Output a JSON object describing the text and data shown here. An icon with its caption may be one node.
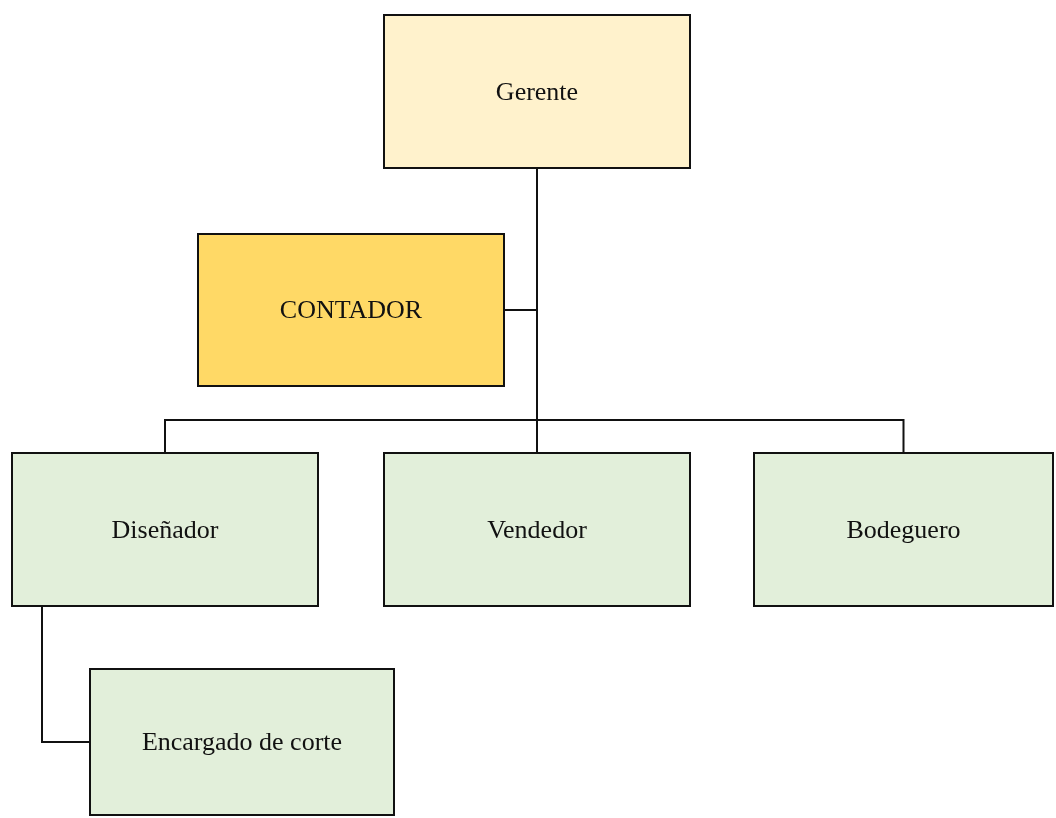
{
  "diagram": {
    "nodes": [
      {
        "text": [
          "Gerente"
        ]
      },
      {
        "text": [
          "CONTADOR"
        ]
      },
      {
        "text": [
          "Diseñador"
        ]
      },
      {
        "text": [
          "Vendedor"
        ]
      },
      {
        "text": [
          "Bodeguero"
        ]
      },
      {
        "text": [
          "Encargado de corte"
        ]
      }
    ],
    "edges": [
      {
        "from": 0,
        "to": 1,
        "arrow": "none"
      },
      {
        "from": 0,
        "to": 2,
        "arrow": "none"
      },
      {
        "from": 0,
        "to": 3,
        "arrow": "none"
      },
      {
        "from": 0,
        "to": 4,
        "arrow": "none"
      },
      {
        "from": 2,
        "to": 5,
        "arrow": "none"
      }
    ]
  }
}
